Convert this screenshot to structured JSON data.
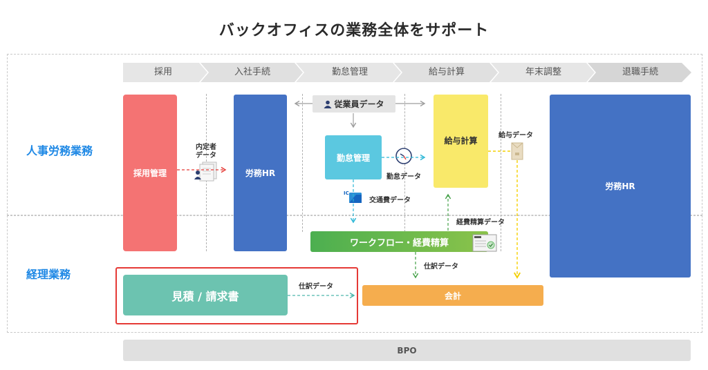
{
  "title": "バックオフィスの業務全体をサポート",
  "rows": {
    "hr": "人事労務業務",
    "accounting": "経理業務"
  },
  "stages": [
    "採用",
    "入社手続",
    "勤怠管理",
    "給与計算",
    "年末調整",
    "退職手続"
  ],
  "boxes": {
    "recruit": "採用管理",
    "hr1": "労務HR",
    "attendance": "勤怠管理",
    "payroll": "給与計算",
    "hr2": "労務HR",
    "workflow": "ワークフロー・経費精算",
    "quote": "見積 / 請求書",
    "accounting": "会計",
    "bpo": "BPO",
    "employee_data": "従業員データ"
  },
  "labels": {
    "offer_data_1": "内定者",
    "offer_data_2": "データ",
    "attendance_data": "勤怠データ",
    "transport_data": "交通費データ",
    "payroll_data": "給与データ",
    "expense_data": "経費精算データ",
    "journal_data_1": "仕訳データ",
    "journal_data_2": "仕訳データ",
    "ic_text": "IC"
  },
  "colors": {
    "recruit": "#f47373",
    "hr": "#4472c4",
    "attendance": "#5bc8e0",
    "payroll": "#f9e96a",
    "workflow": "#5cb85c",
    "quote": "#6cc3b0",
    "accounting": "#f5ad4e",
    "bpo": "#e0e0e0",
    "highlight": "#e53935",
    "row_label": "#1e88e5"
  },
  "icons": [
    "person-icon",
    "documents-icon",
    "clock-icon",
    "ic-card-icon",
    "envelope-icon",
    "form-icon"
  ]
}
